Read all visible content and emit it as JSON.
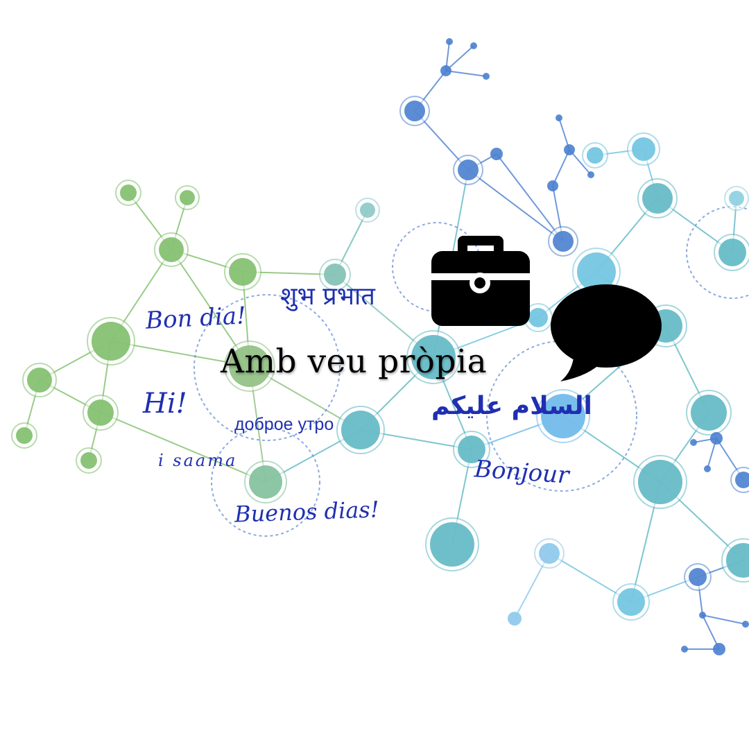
{
  "title": "Amb veu pròpia",
  "greetings": {
    "hindi": "शुभ प्रभात",
    "catalan": "Bon dia!",
    "english": "Hi!",
    "russian": "доброе утро",
    "arabic": "السلام عليكم",
    "other": "i saama",
    "french": "Bonjour",
    "spanish": "Buenos dias!"
  },
  "icons": {
    "briefcase": "briefcase-icon",
    "speech_bubble": "speech-bubble-icon"
  },
  "colors": {
    "text_greeting": "#1f2fb0",
    "title": "#000000",
    "network_green": "#7fbf6a",
    "network_teal": "#5fb8c4",
    "network_blue": "#4a7fcf"
  }
}
